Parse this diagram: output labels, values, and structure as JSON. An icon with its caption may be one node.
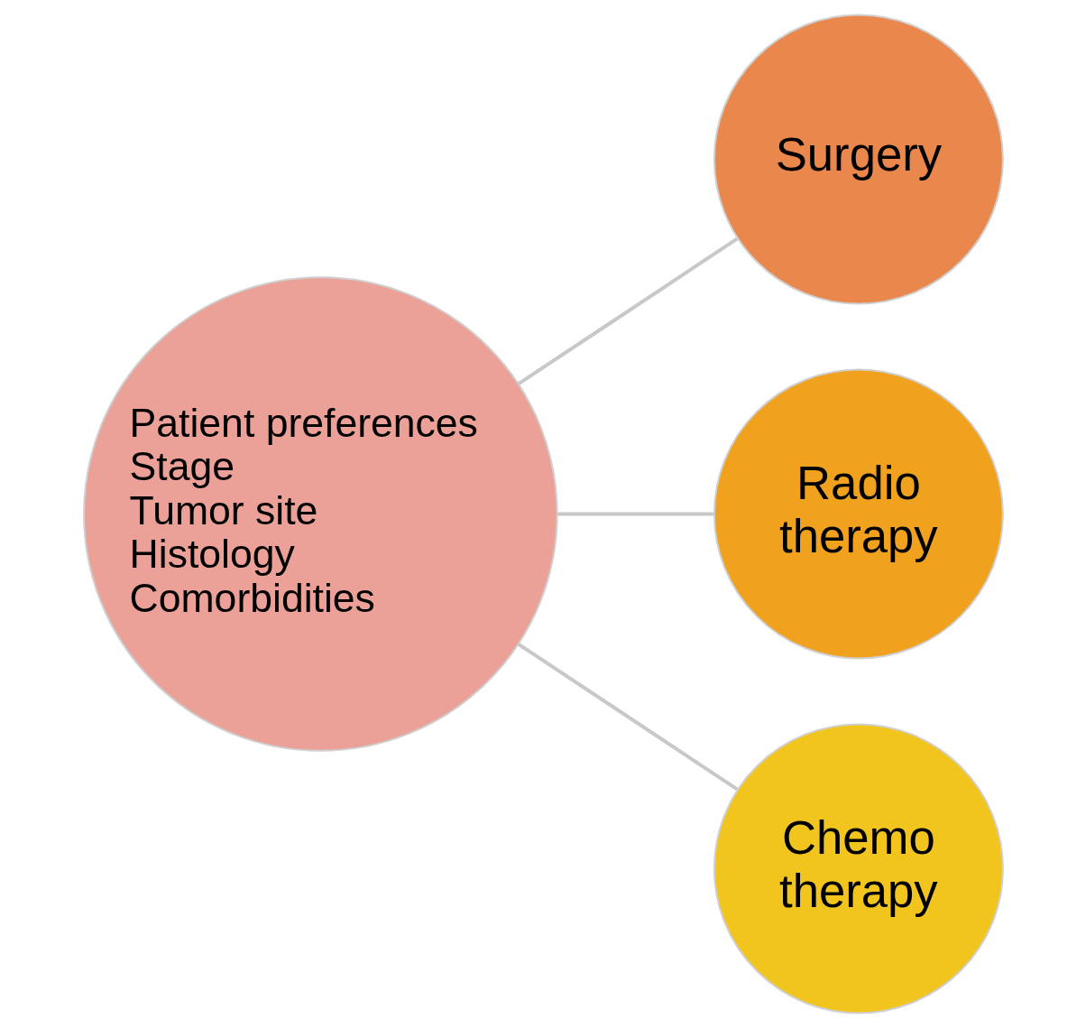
{
  "diagram": {
    "nodes": [
      {
        "text": [
          "Patient preferences",
          "Stage",
          "Tumor site",
          "Histology",
          "Comorbidities"
        ]
      },
      {
        "text": [
          "Surgery"
        ]
      },
      {
        "text": [
          "Radio therapy"
        ]
      },
      {
        "text": [
          "Chemo therapy"
        ]
      }
    ],
    "edges": [
      {
        "from": 0,
        "to": 1,
        "arrow": "none"
      },
      {
        "from": 0,
        "to": 2,
        "arrow": "none"
      },
      {
        "from": 0,
        "to": 3,
        "arrow": "none"
      }
    ]
  }
}
